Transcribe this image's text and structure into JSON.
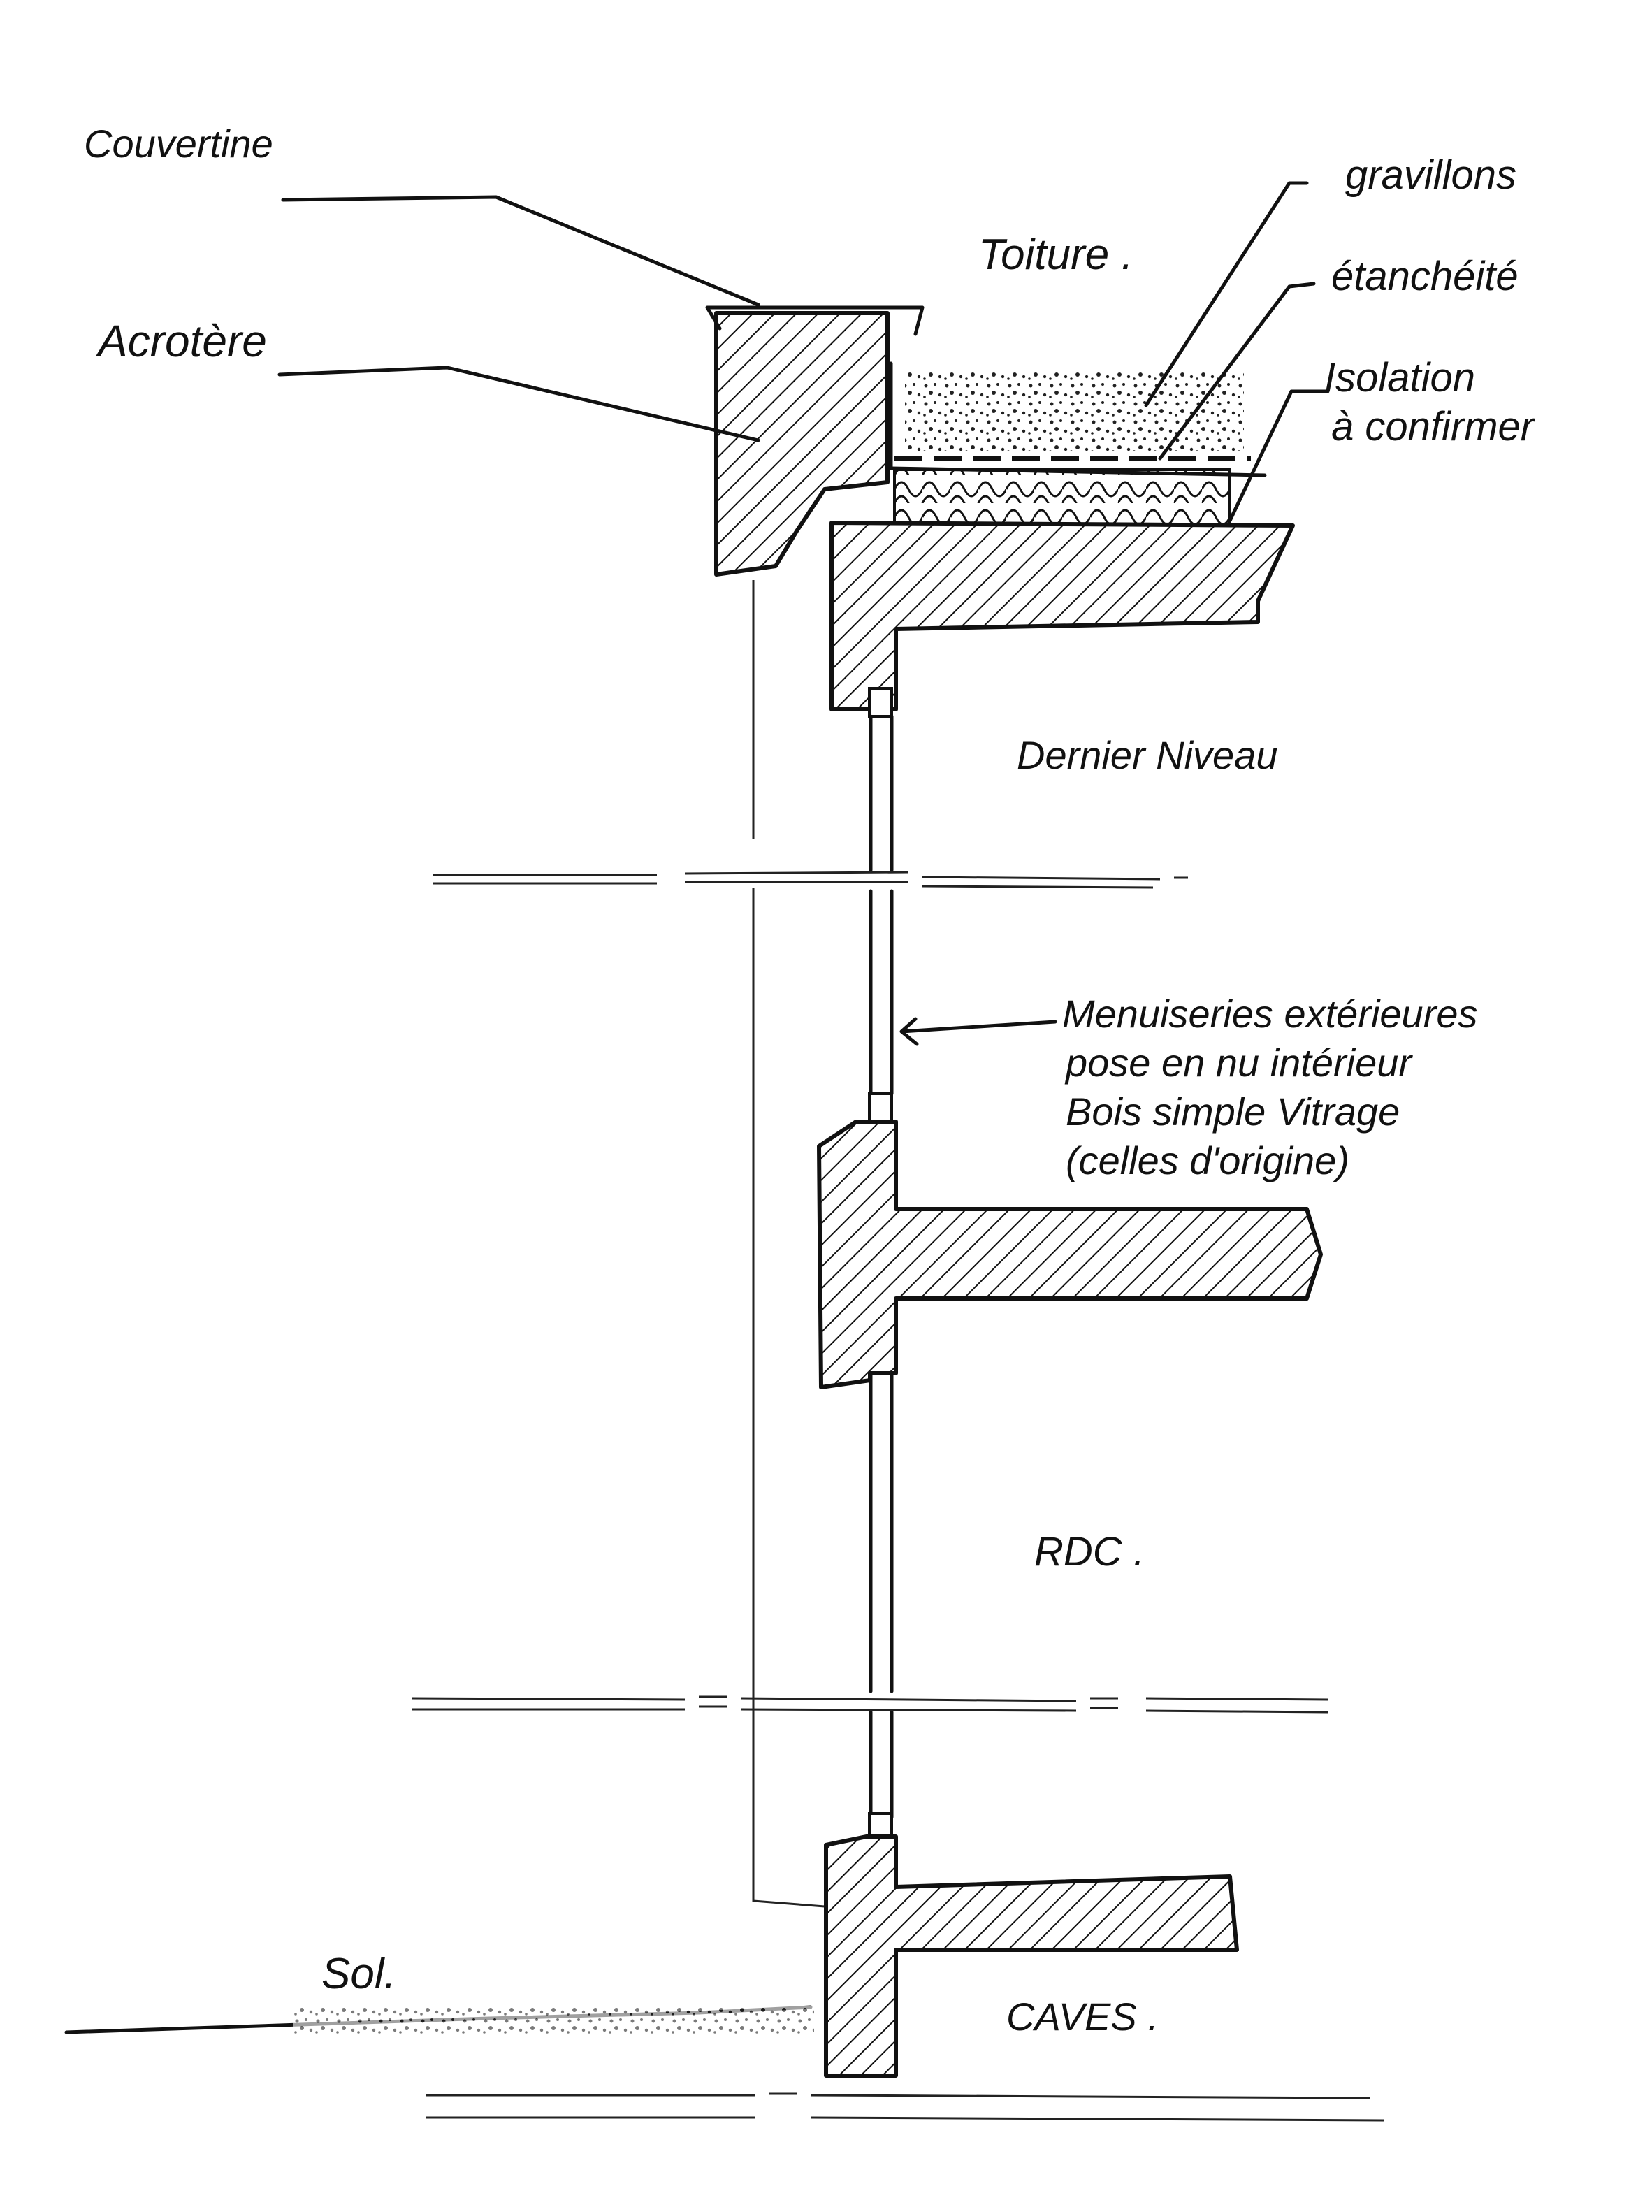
{
  "labels": {
    "couvertine": "Couvertine",
    "acrotere": "Acrotère",
    "toiture": "Toiture .",
    "gravillons": "gravillons",
    "etancheite": "étanchéité",
    "isolation_1": "Isolation",
    "isolation_2": "à confirmer",
    "dernier_niveau": "Dernier Niveau",
    "menuiseries_1": "Menuiseries extérieures",
    "menuiseries_2": "pose en nu intérieur",
    "menuiseries_3": "Bois simple Vitrage",
    "menuiseries_4": "(celles d'origine)",
    "rdc": "RDC .",
    "sol": "Sol.",
    "caves": "CAVES ."
  }
}
